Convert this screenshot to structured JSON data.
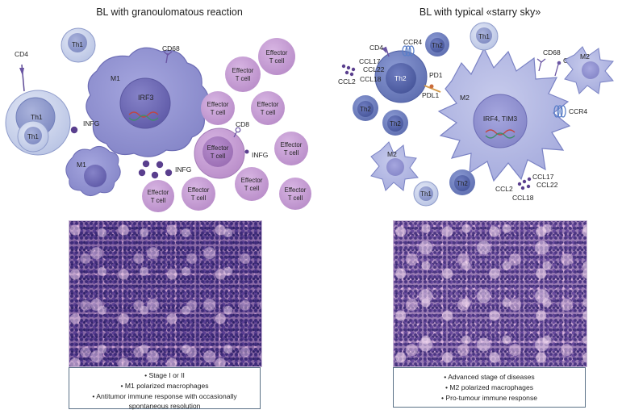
{
  "left_panel": {
    "title": "BL with granoulomatous reaction",
    "labels": {
      "cd4": "CD4",
      "th1_a": "Th1",
      "th1_b": "Th1",
      "th1_c": "Th1",
      "m1_a": "M1",
      "m1_b": "M1",
      "cd68": "CD68",
      "irf3": "IRF3",
      "infg_a": "INFG",
      "infg_b": "INFG",
      "infg_c": "INFG",
      "cd8": "CD8",
      "effector_line1": "Effector",
      "effector_line2": "T cell"
    },
    "summary": [
      "• Stage I or II",
      "• M1 polarized macrophages",
      "• Antitumor immune response with occasionally spontaneous resolution"
    ]
  },
  "right_panel": {
    "title": "BL with typical «starry sky»",
    "labels": {
      "cd4": "CD4",
      "ccr4_a": "CCR4",
      "ccr4_b": "CCR4",
      "ccl17_a": "CCL17",
      "ccl22_a": "CCL22",
      "ccl2_a": "CCL2",
      "ccl18_a": "CCL18",
      "th2_main": "Th2",
      "th2": "Th2",
      "th1_a": "Th1",
      "th1_b": "Th1",
      "pd1": "PD1",
      "pdl1": "PDL1",
      "m2_a": "M2",
      "m2_b": "M2",
      "m2_c": "M2",
      "cd68": "CD68",
      "cd163": "CD163",
      "irf4_tim3": "IRF4, TIM3",
      "ccl17_b": "CCL17",
      "ccl22_b": "CCL22",
      "ccl2_b": "CCL2",
      "ccl18_b": "CCL18"
    },
    "summary": [
      "• Advanced stage of diseases",
      "• M2 polarized macrophages",
      "• Pro-tumour immune response"
    ]
  },
  "colors": {
    "th1_outer": "#c9d2ea",
    "th1_inner": "#8c97c9",
    "macrophage": "#8f8fd0",
    "macrophage_nucleus": "#6f6cb6",
    "effector_outer": "#c59bd3",
    "effector_inner": "#a57bbc",
    "th2_outer": "#6e7fbf",
    "th2_inner": "#4f5fa5",
    "cytokine": "#5a3f8e",
    "receptor_blue": "#5b7fc8",
    "pd_link": "#d49a4a"
  }
}
